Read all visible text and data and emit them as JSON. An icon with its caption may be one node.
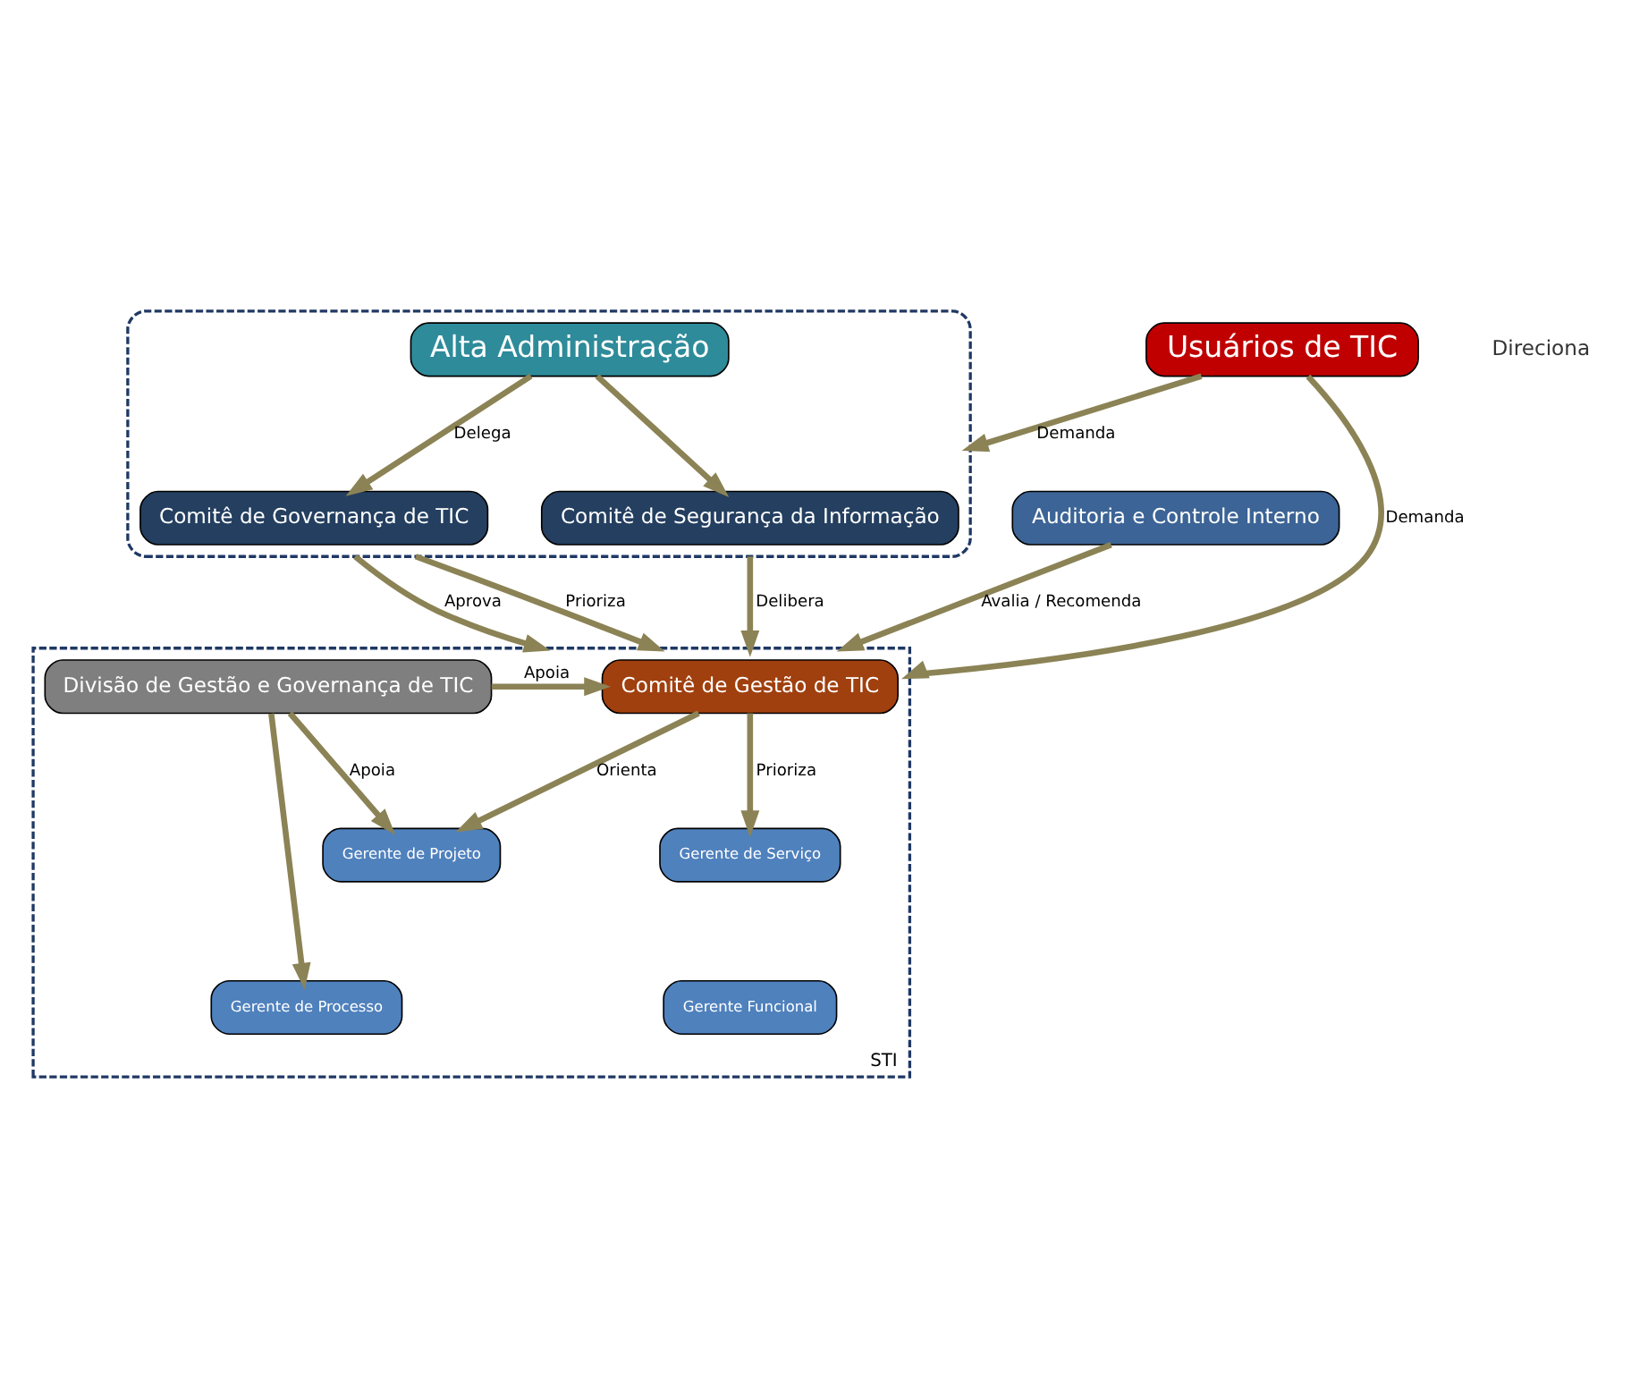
{
  "diagram": {
    "nodes": [
      {
        "text": [],
        "shape": "box"
      },
      {
        "text": [
          "Alta Administração"
        ],
        "in": 0
      },
      {
        "text": [
          "Comitê de Governança de TIC"
        ],
        "in": 0
      },
      {
        "text": [
          "Comitê de Segurança da Informação"
        ],
        "in": 0
      },
      {
        "text": [
          "Auditoria e Controle Interno"
        ]
      },
      {
        "text": [
          "Usuários de TIC"
        ]
      },
      {
        "text": [
          "STI"
        ]
      },
      {
        "text": [
          "Divisão de Gestão e Governança de TIC"
        ],
        "in": 6
      },
      {
        "text": [
          "Comitê de Gestão de TIC"
        ],
        "in": 6
      },
      {
        "text": [
          "Gerente de Projeto"
        ],
        "in": 6
      },
      {
        "text": [
          "Gerente de Serviço"
        ],
        "in": 6
      },
      {
        "text": [
          "Gerente de Processo"
        ],
        "in": 6
      },
      {
        "text": [
          "Gerente Funcional"
        ],
        "in": 6
      }
    ],
    "edges": [
      {
        "from": 1,
        "to": 2,
        "arrow": "to",
        "label": "Delega"
      },
      {
        "from": 1,
        "to": 3,
        "arrow": "to"
      },
      {
        "from": 5,
        "to": 0,
        "arrow": "to",
        "label": "Demanda"
      },
      {
        "from": 4,
        "to": 6,
        "arrow": "to",
        "label": "Avalia / Recomenda"
      },
      {
        "from": 0,
        "to": 6,
        "arrow": "to",
        "label": "Aprova"
      },
      {
        "from": 0,
        "to": 6,
        "arrow": "to",
        "label": "Prioriza"
      },
      {
        "from": 0,
        "to": 6,
        "arrow": "to",
        "label": "Delibera"
      },
      {
        "from": 7,
        "to": 8,
        "arrow": "to",
        "label": "Apoia"
      },
      {
        "from": 8,
        "to": 9,
        "arrow": "to",
        "label": "Orienta"
      },
      {
        "from": 8,
        "to": 10,
        "arrow": "to",
        "label": "Prioriza"
      },
      {
        "from": 7,
        "to": 9,
        "arrow": "to",
        "label": "Apoia"
      },
      {
        "from": 7,
        "to": 11,
        "arrow": "to"
      },
      {
        "from": 5,
        "to": 6,
        "arrow": "to",
        "label": "Demanda"
      }
    ],
    "labels": [
      "Direciona"
    ]
  }
}
